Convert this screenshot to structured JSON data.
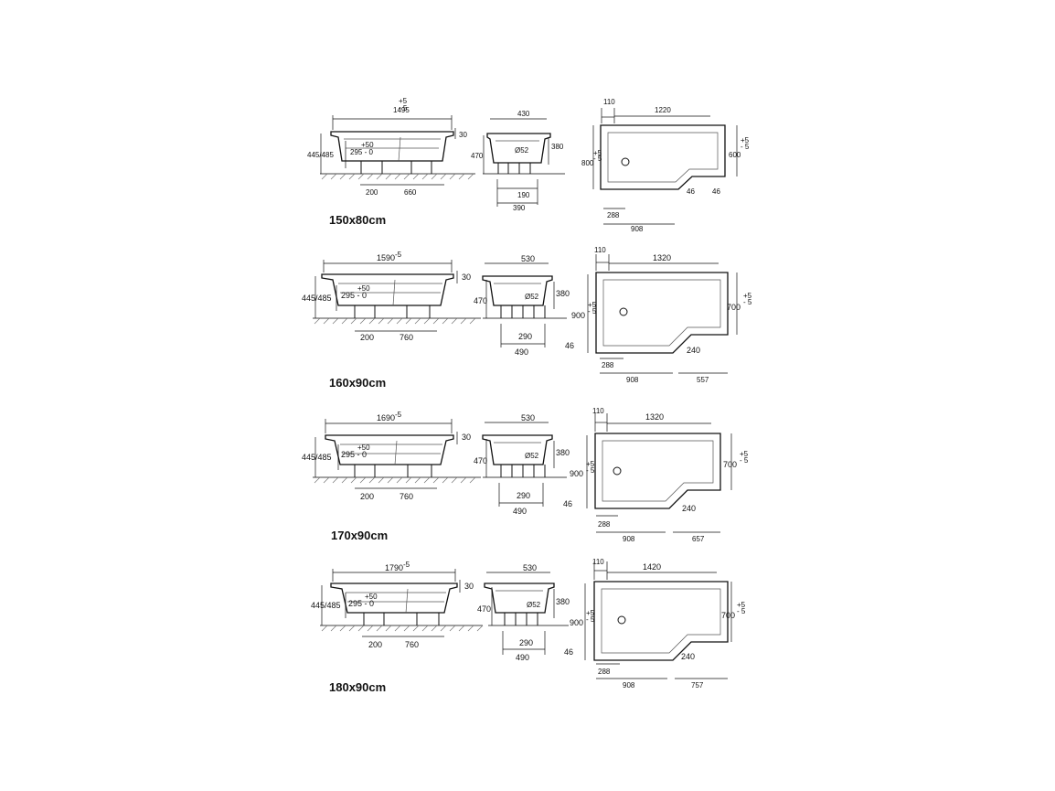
{
  "sections": [
    {
      "title": "150x80cm",
      "side": {
        "length": "1495",
        "tol_plus": "+5",
        "tol_minus": "- 5",
        "top": "30",
        "height": "445/485",
        "adj_plus": "+50",
        "adj": "295 - 0",
        "leg_a": "200",
        "leg_b": "660"
      },
      "end": {
        "width": "430",
        "height": "470",
        "depth": "380",
        "drain": "Ø52",
        "inner": "190",
        "outer": "390"
      },
      "plan": {
        "offset": "110",
        "length": "1220",
        "width": "800",
        "width_tol_plus": "+5",
        "width_tol_minus": "- 5",
        "narrow": "600",
        "narrow_tol_plus": "+5",
        "narrow_tol_minus": "- 5",
        "step": "46",
        "step2": "46",
        "drain_pos": "288",
        "wide_len": "908"
      }
    },
    {
      "title": "160x90cm",
      "side": {
        "length": "1590",
        "tol": "-5",
        "top": "30",
        "height": "445/485",
        "adj_plus": "+50",
        "adj": "295 - 0",
        "leg_a": "200",
        "leg_b": "760"
      },
      "end": {
        "width": "530",
        "height": "470",
        "depth": "380",
        "drain": "Ø52",
        "inner": "290",
        "outer": "490"
      },
      "plan": {
        "offset": "110",
        "length": "1320",
        "width": "900",
        "width_tol_plus": "+5",
        "width_tol_minus": "- 5",
        "narrow": "700",
        "narrow_tol_plus": "+5",
        "narrow_tol_minus": "- 5",
        "step": "46",
        "chamfer": "240",
        "drain_pos": "288",
        "wide_len": "908",
        "narrow_len": "557"
      }
    },
    {
      "title": "170x90cm",
      "side": {
        "length": "1690",
        "tol": "-5",
        "top": "30",
        "height": "445/485",
        "adj_plus": "+50",
        "adj": "295 - 0",
        "leg_a": "200",
        "leg_b": "760"
      },
      "end": {
        "width": "530",
        "height": "470",
        "depth": "380",
        "drain": "Ø52",
        "inner": "290",
        "outer": "490"
      },
      "plan": {
        "offset": "110",
        "length": "1320",
        "width": "900",
        "width_tol_plus": "+5",
        "width_tol_minus": "- 5",
        "narrow": "700",
        "narrow_tol_plus": "+5",
        "narrow_tol_minus": "- 5",
        "step": "46",
        "chamfer": "240",
        "drain_pos": "288",
        "wide_len": "908",
        "narrow_len": "657"
      }
    },
    {
      "title": "180x90cm",
      "side": {
        "length": "1790",
        "tol": "-5",
        "top": "30",
        "height": "445/485",
        "adj_plus": "+50",
        "adj": "295 - 0",
        "leg_a": "200",
        "leg_b": "760"
      },
      "end": {
        "width": "530",
        "height": "470",
        "depth": "380",
        "drain": "Ø52",
        "inner": "290",
        "outer": "490"
      },
      "plan": {
        "offset": "110",
        "length": "1420",
        "width": "900",
        "width_tol_plus": "+5",
        "width_tol_minus": "- 5",
        "narrow": "700",
        "narrow_tol_plus": "+5",
        "narrow_tol_minus": "- 5",
        "step": "46",
        "chamfer": "240",
        "drain_pos": "288",
        "wide_len": "908",
        "narrow_len": "757"
      }
    }
  ]
}
